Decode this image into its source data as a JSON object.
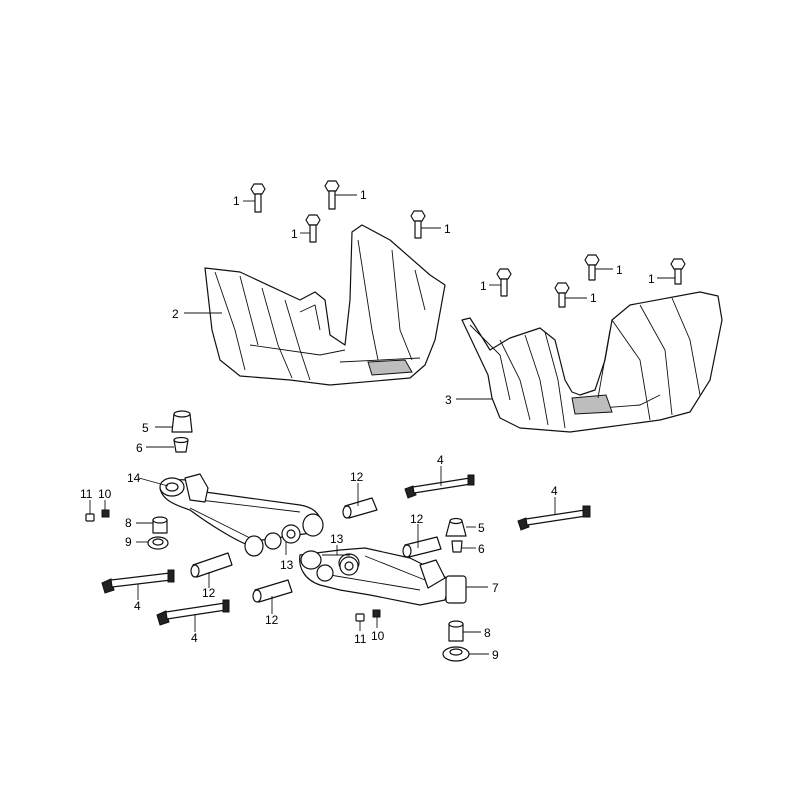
{
  "diagram": {
    "callouts": [
      {
        "id": "c1a",
        "label": "1"
      },
      {
        "id": "c1b",
        "label": "1"
      },
      {
        "id": "c1c",
        "label": "1"
      },
      {
        "id": "c1d",
        "label": "1"
      },
      {
        "id": "c1e",
        "label": "1"
      },
      {
        "id": "c1f",
        "label": "1"
      },
      {
        "id": "c1g",
        "label": "1"
      },
      {
        "id": "c1h",
        "label": "1"
      },
      {
        "id": "c2",
        "label": "2"
      },
      {
        "id": "c3",
        "label": "3"
      },
      {
        "id": "c4a",
        "label": "4"
      },
      {
        "id": "c4b",
        "label": "4"
      },
      {
        "id": "c4c",
        "label": "4"
      },
      {
        "id": "c4d",
        "label": "4"
      },
      {
        "id": "c5a",
        "label": "5"
      },
      {
        "id": "c5b",
        "label": "5"
      },
      {
        "id": "c6a",
        "label": "6"
      },
      {
        "id": "c6b",
        "label": "6"
      },
      {
        "id": "c7",
        "label": "7"
      },
      {
        "id": "c8a",
        "label": "8"
      },
      {
        "id": "c8b",
        "label": "8"
      },
      {
        "id": "c9a",
        "label": "9"
      },
      {
        "id": "c9b",
        "label": "9"
      },
      {
        "id": "c10a",
        "label": "10"
      },
      {
        "id": "c10b",
        "label": "10"
      },
      {
        "id": "c11a",
        "label": "11"
      },
      {
        "id": "c11b",
        "label": "11"
      },
      {
        "id": "c12a",
        "label": "12"
      },
      {
        "id": "c12b",
        "label": "12"
      },
      {
        "id": "c12c",
        "label": "12"
      },
      {
        "id": "c12d",
        "label": "12"
      },
      {
        "id": "c13a",
        "label": "13"
      },
      {
        "id": "c13b",
        "label": "13"
      },
      {
        "id": "c14",
        "label": "14"
      }
    ]
  }
}
